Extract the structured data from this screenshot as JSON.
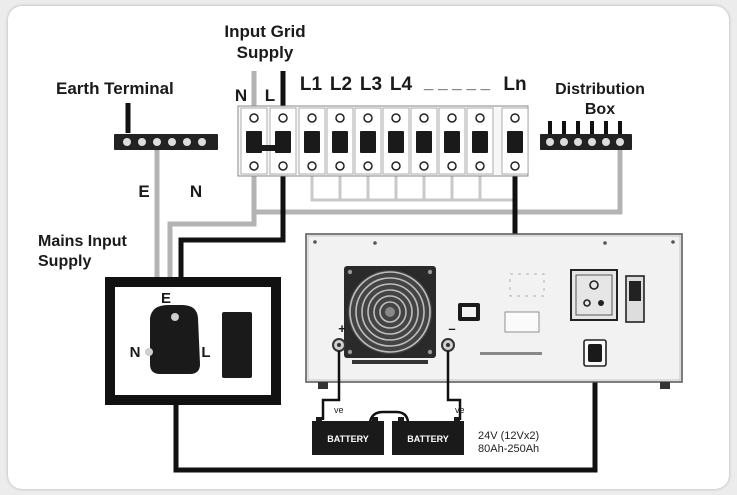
{
  "labels": {
    "input_grid_line1": "Input Grid",
    "input_grid_line2": "Supply",
    "earth_terminal": "Earth Terminal",
    "distribution_line1": "Distribution",
    "distribution_line2": "Box",
    "n_top": "N",
    "l_top": "L",
    "l1": "L1",
    "l2": "L2",
    "l3": "L3",
    "l4": "L4",
    "dashes": "_ _ _ _ _",
    "ln": "Ln",
    "e_wire": "E",
    "n_wire": "N",
    "mains_line1": "Mains Input",
    "mains_line2": "Supply",
    "plug_e": "E",
    "plug_n": "N",
    "plug_l": "L",
    "battery1": "BATTERY",
    "battery2": "BATTERY",
    "ve1": "ve",
    "ve2": "ve",
    "plus": "+",
    "minus": "–",
    "battery_spec_line1": "24V (12Vx2)",
    "battery_spec_line2": "80Ah-250Ah"
  },
  "colors": {
    "live_wire": "#111111",
    "neutral_wire": "#b3b3b3",
    "panel_bg": "#f2f2f2",
    "card_bg": "#ffffff"
  }
}
